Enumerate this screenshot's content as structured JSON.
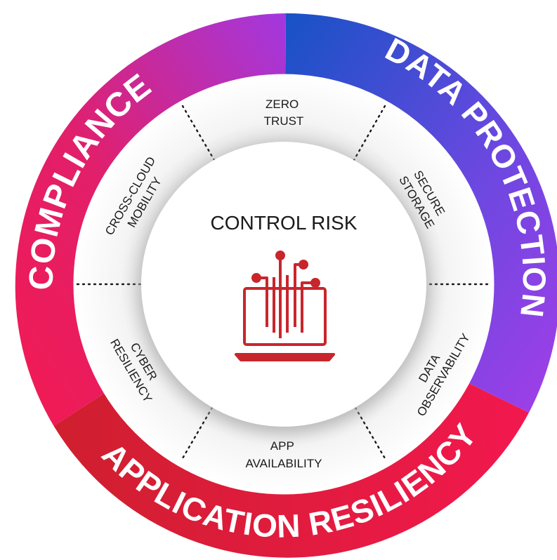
{
  "center": {
    "title": "CONTROL RISK",
    "icon": "laptop-circuit-icon",
    "icon_color": "#c8262c"
  },
  "outer_ring": [
    {
      "label": "DATA PROTECTION",
      "colors": [
        "#1752c6",
        "#a23ee8"
      ]
    },
    {
      "label": "APPLICATION RESILIENCY",
      "colors": [
        "#d0202f",
        "#f2184e"
      ]
    },
    {
      "label": "COMPLIANCE",
      "colors": [
        "#f21a52",
        "#a238e0"
      ]
    }
  ],
  "segments": [
    {
      "lines": [
        "ZERO",
        "TRUST"
      ]
    },
    {
      "lines": [
        "SECURE",
        "STORAGE"
      ]
    },
    {
      "lines": [
        "DATA",
        "OBSERVABILITY"
      ]
    },
    {
      "lines": [
        "APP",
        "AVAILABILITY"
      ]
    },
    {
      "lines": [
        "CYBER",
        "RESILIENCY"
      ]
    },
    {
      "lines": [
        "CROSS-CLOUD",
        "MOBILITY"
      ]
    }
  ]
}
